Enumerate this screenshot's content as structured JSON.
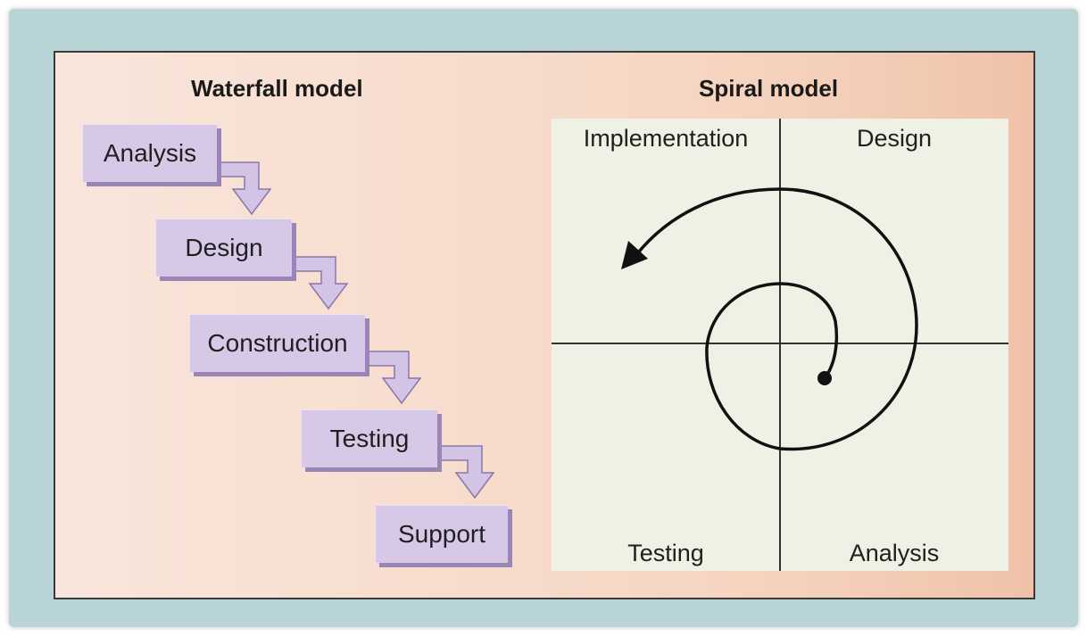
{
  "waterfall": {
    "title": "Waterfall model",
    "steps": [
      "Analysis",
      "Design",
      "Construction",
      "Testing",
      "Support"
    ]
  },
  "spiral": {
    "title": "Spiral model",
    "quadrants": {
      "top_left": "Implementation",
      "top_right": "Design",
      "bottom_left": "Testing",
      "bottom_right": "Analysis"
    }
  },
  "colors": {
    "frame": "#b9d4d7",
    "box": "#d6c8e6",
    "box_shadow": "#9a86b6",
    "quadrant_bg": "#eef1e4"
  }
}
